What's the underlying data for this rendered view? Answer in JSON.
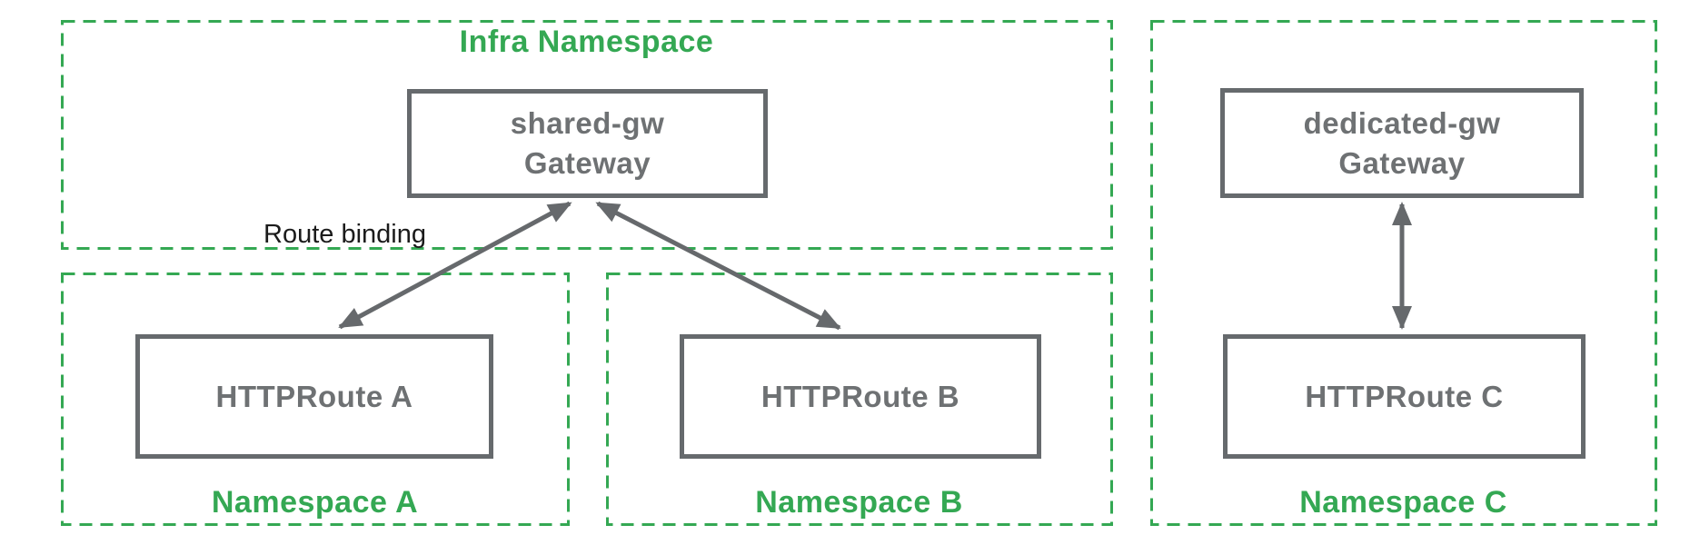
{
  "diagram": {
    "infra_namespace": {
      "label": "Infra Namespace"
    },
    "shared_gateway": {
      "line1": "shared-gw",
      "line2": "Gateway"
    },
    "dedicated_gateway": {
      "line1": "dedicated-gw",
      "line2": "Gateway"
    },
    "namespace_a": {
      "label": "Namespace A",
      "route": "HTTPRoute A"
    },
    "namespace_b": {
      "label": "Namespace B",
      "route": "HTTPRoute B"
    },
    "namespace_c": {
      "label": "Namespace C",
      "route": "HTTPRoute C"
    },
    "route_binding_label": "Route binding",
    "colors": {
      "namespace_green": "#34a853",
      "node_border_gray": "#666a6d",
      "node_text_gray": "#6e7173",
      "arrow_gray": "#66696c",
      "annotation_black": "#1b1b1b"
    }
  }
}
